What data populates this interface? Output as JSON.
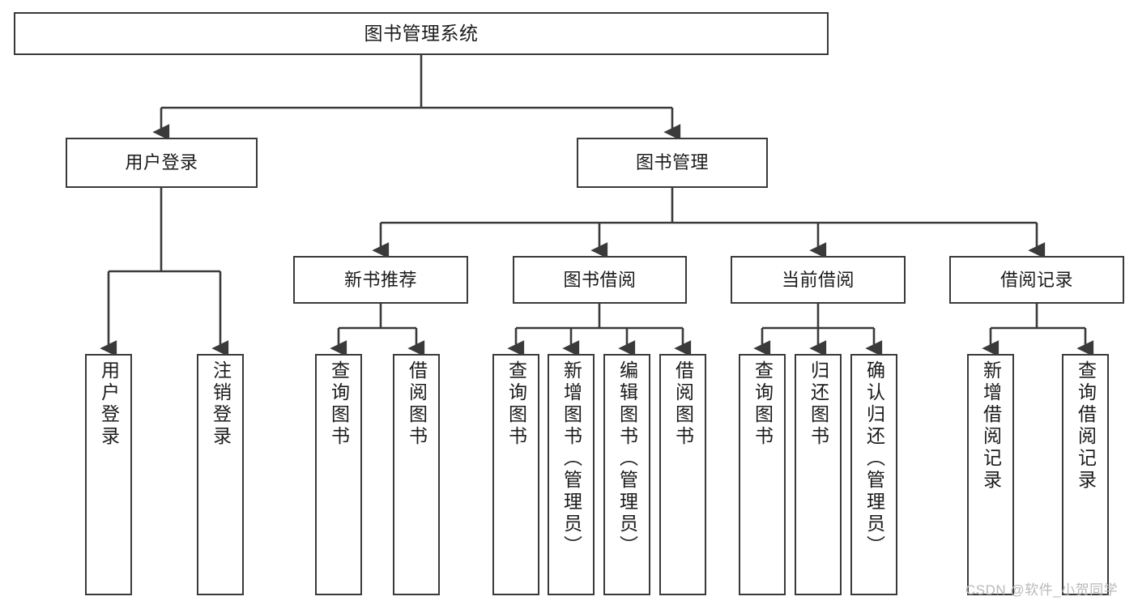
{
  "diagram": {
    "type": "tree-hierarchy",
    "title": "图书管理系统",
    "watermark": "CSDN @软件_小贺同学",
    "colors": {
      "box_border": "#3a3a3a",
      "box_fill": "#ffffff",
      "edge": "#3a3a3a",
      "text": "#1b1b1b",
      "watermark": "#b9b9b9",
      "background": "#ffffff"
    },
    "nodes": {
      "root": {
        "label": "图书管理系统"
      },
      "level2": [
        {
          "id": "user-login",
          "label": "用户登录"
        },
        {
          "id": "book-management",
          "label": "图书管理"
        }
      ],
      "level3": [
        {
          "id": "new-book-recommend",
          "label": "新书推荐"
        },
        {
          "id": "book-borrow",
          "label": "图书借阅"
        },
        {
          "id": "current-borrow",
          "label": "当前借阅"
        },
        {
          "id": "borrow-record",
          "label": "借阅记录"
        }
      ],
      "leaves": {
        "user_login": [
          {
            "id": "leaf-user-login",
            "label": "用户登录"
          },
          {
            "id": "leaf-logout",
            "label": "注销登录"
          }
        ],
        "new_book_recommend": [
          {
            "id": "leaf-query-book-1",
            "label": "查询图书"
          },
          {
            "id": "leaf-borrow-book-1",
            "label": "借阅图书"
          }
        ],
        "book_borrow": [
          {
            "id": "leaf-query-book-2",
            "label": "查询图书"
          },
          {
            "id": "leaf-add-book",
            "label": "新增图书（管理员）"
          },
          {
            "id": "leaf-edit-book",
            "label": "编辑图书（管理员）"
          },
          {
            "id": "leaf-borrow-book-2",
            "label": "借阅图书"
          }
        ],
        "current_borrow": [
          {
            "id": "leaf-query-book-3",
            "label": "查询图书"
          },
          {
            "id": "leaf-return-book",
            "label": "归还图书"
          },
          {
            "id": "leaf-confirm-return",
            "label": "确认归还（管理员）"
          }
        ],
        "borrow_record": [
          {
            "id": "leaf-add-record",
            "label": "新增借阅记录"
          },
          {
            "id": "leaf-query-record",
            "label": "查询借阅记录"
          }
        ]
      }
    }
  }
}
